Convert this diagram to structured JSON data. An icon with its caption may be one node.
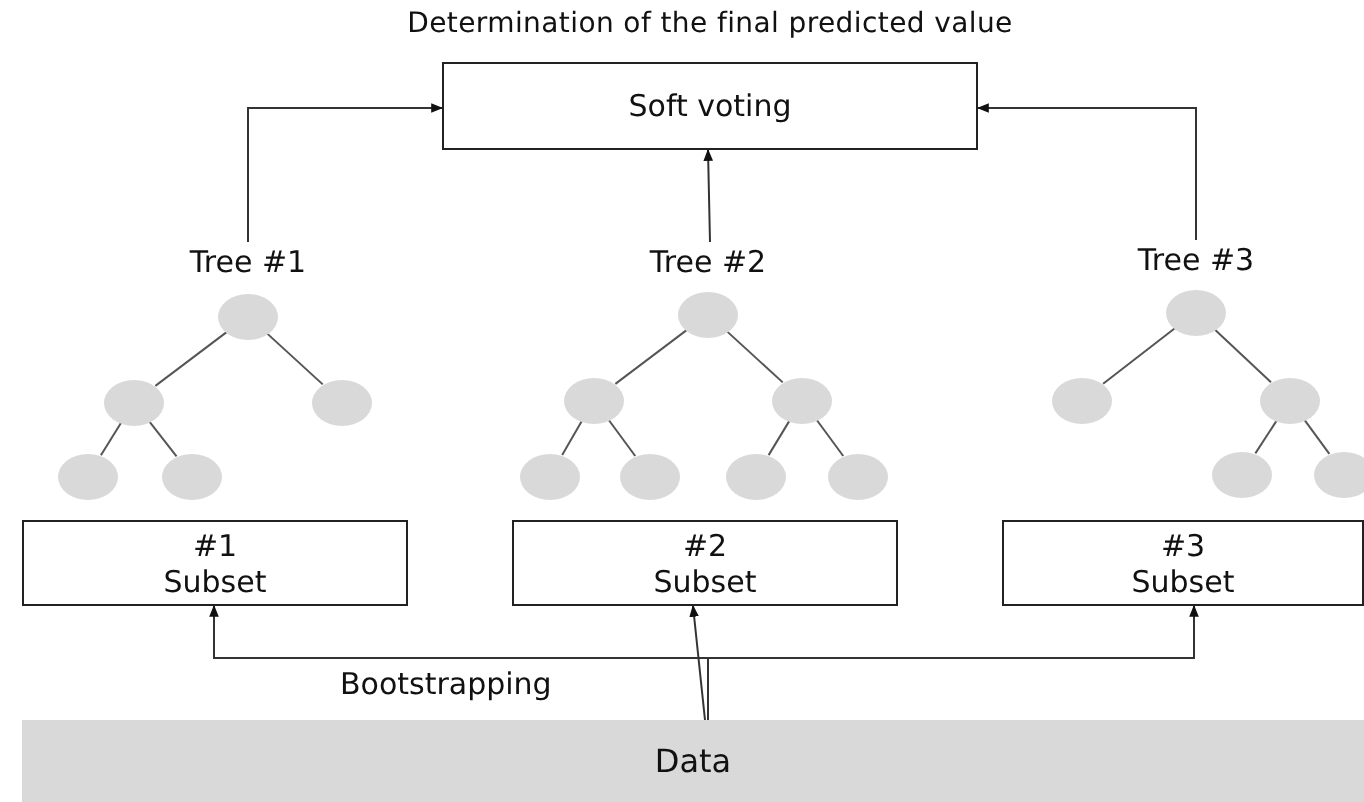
{
  "diagram": {
    "title": "Determination of the final predicted value",
    "nodes": [
      {
        "text": [
          "Soft voting"
        ]
      },
      {
        "text": [
          "Tree #1"
        ]
      },
      {
        "text": [
          "Tree #2"
        ]
      },
      {
        "text": [
          "Tree #3"
        ]
      },
      {
        "text": [],
        "shape": "circle"
      },
      {
        "text": [],
        "shape": "circle"
      },
      {
        "text": [],
        "shape": "circle"
      },
      {
        "text": [],
        "shape": "circle"
      },
      {
        "text": [],
        "shape": "circle"
      },
      {
        "text": [],
        "shape": "circle"
      },
      {
        "text": [],
        "shape": "circle"
      },
      {
        "text": [],
        "shape": "circle"
      },
      {
        "text": [],
        "shape": "circle"
      },
      {
        "text": [],
        "shape": "circle"
      },
      {
        "text": [],
        "shape": "circle"
      },
      {
        "text": [],
        "shape": "circle"
      },
      {
        "text": [],
        "shape": "circle"
      },
      {
        "text": [],
        "shape": "circle"
      },
      {
        "text": [],
        "shape": "circle"
      },
      {
        "text": [],
        "shape": "circle"
      },
      {
        "text": [],
        "shape": "circle"
      },
      {
        "text": [
          "#1",
          "Subset"
        ]
      },
      {
        "text": [
          "#2",
          "Subset"
        ]
      },
      {
        "text": [
          "#3",
          "Subset"
        ]
      },
      {
        "text": [
          "Data"
        ]
      }
    ],
    "edges": [
      {
        "from": 1,
        "to": 0,
        "arrow": "to"
      },
      {
        "from": 2,
        "to": 0,
        "arrow": "to"
      },
      {
        "from": 3,
        "to": 0,
        "arrow": "to"
      },
      {
        "from": 4,
        "to": 5,
        "arrow": "none"
      },
      {
        "from": 4,
        "to": 6,
        "arrow": "none"
      },
      {
        "from": 5,
        "to": 7,
        "arrow": "none"
      },
      {
        "from": 5,
        "to": 8,
        "arrow": "none"
      },
      {
        "from": 9,
        "to": 10,
        "arrow": "none"
      },
      {
        "from": 9,
        "to": 11,
        "arrow": "none"
      },
      {
        "from": 10,
        "to": 12,
        "arrow": "none"
      },
      {
        "from": 10,
        "to": 13,
        "arrow": "none"
      },
      {
        "from": 11,
        "to": 14,
        "arrow": "none"
      },
      {
        "from": 11,
        "to": 15,
        "arrow": "none"
      },
      {
        "from": 16,
        "to": 17,
        "arrow": "none"
      },
      {
        "from": 16,
        "to": 18,
        "arrow": "none"
      },
      {
        "from": 18,
        "to": 19,
        "arrow": "none"
      },
      {
        "from": 18,
        "to": 20,
        "arrow": "none"
      },
      {
        "from": 24,
        "to": 21,
        "arrow": "to"
      },
      {
        "from": 24,
        "to": 22,
        "arrow": "to"
      },
      {
        "from": 24,
        "to": 23,
        "arrow": "to"
      }
    ],
    "labels": [
      "Bootstrapping"
    ]
  }
}
